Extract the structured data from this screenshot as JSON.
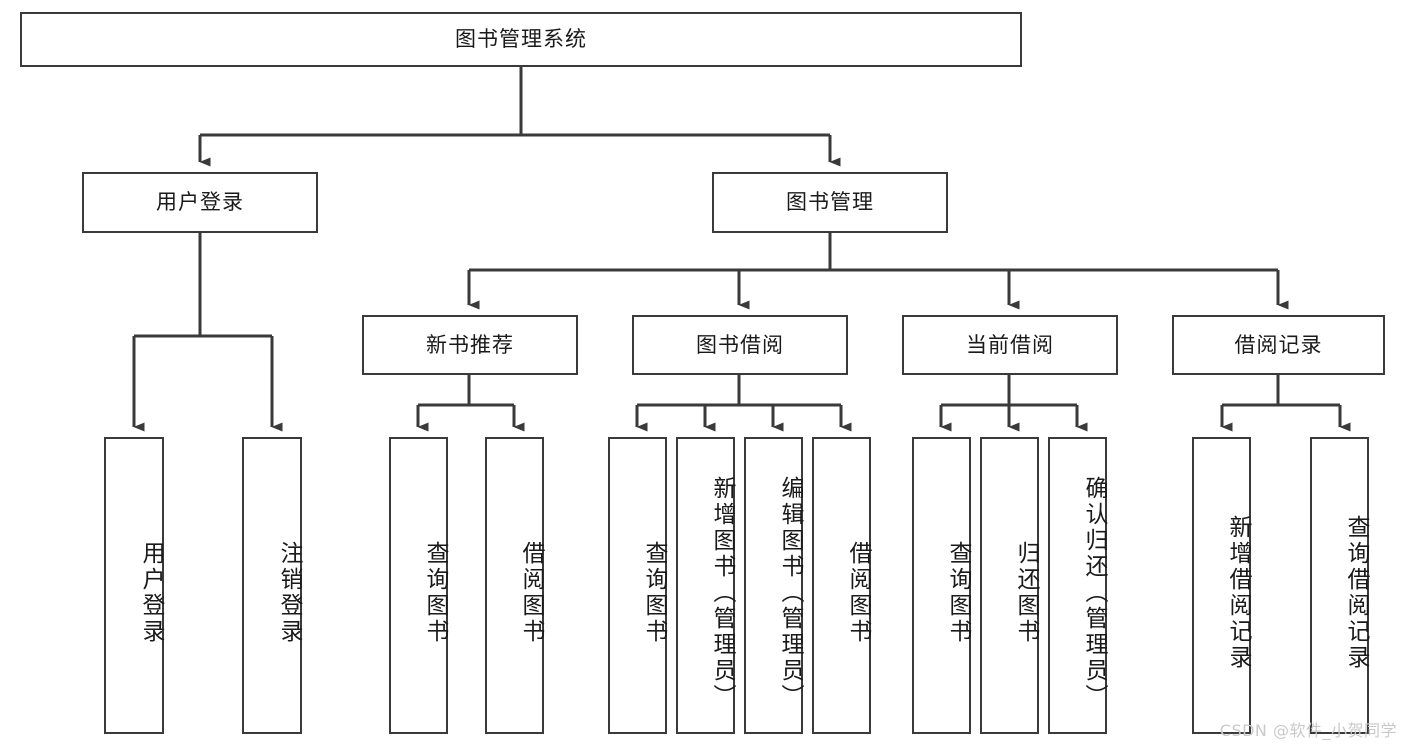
{
  "diagram": {
    "title": "图书管理系统",
    "watermark": "CSDN @软件_小贺同学",
    "stroke_color": "#3a3a3a",
    "fill_color": "#ffffff",
    "text_color": "#1a1a1a",
    "watermark_color": "#c9c9c9"
  },
  "nodes": {
    "root": {
      "label": "图书管理系统"
    },
    "level1": [
      {
        "label": "用户登录"
      },
      {
        "label": "图书管理"
      }
    ],
    "level2": [
      {
        "label": "新书推荐"
      },
      {
        "label": "图书借阅"
      },
      {
        "label": "当前借阅"
      },
      {
        "label": "借阅记录"
      }
    ],
    "leaves": {
      "user_login": [
        {
          "label": "用户登录"
        },
        {
          "label": "注销登录"
        }
      ],
      "new_book": [
        {
          "label": "查询图书"
        },
        {
          "label": "借阅图书"
        }
      ],
      "book_borrow": [
        {
          "label": "查询图书"
        },
        {
          "label": "新增图书（管理员）"
        },
        {
          "label": "编辑图书（管理员）"
        },
        {
          "label": "借阅图书"
        }
      ],
      "current_borrow": [
        {
          "label": "查询图书"
        },
        {
          "label": "归还图书"
        },
        {
          "label": "确认归还（管理员）"
        }
      ],
      "borrow_record": [
        {
          "label": "新增借阅记录"
        },
        {
          "label": "查询借阅记录"
        }
      ]
    }
  },
  "chart_data": {
    "type": "table",
    "title": "图书管理系统 功能结构图",
    "tree": {
      "name": "图书管理系统",
      "children": [
        {
          "name": "用户登录",
          "children": [
            {
              "name": "用户登录"
            },
            {
              "name": "注销登录"
            }
          ]
        },
        {
          "name": "图书管理",
          "children": [
            {
              "name": "新书推荐",
              "children": [
                {
                  "name": "查询图书"
                },
                {
                  "name": "借阅图书"
                }
              ]
            },
            {
              "name": "图书借阅",
              "children": [
                {
                  "name": "查询图书"
                },
                {
                  "name": "新增图书（管理员）"
                },
                {
                  "name": "编辑图书（管理员）"
                },
                {
                  "name": "借阅图书"
                }
              ]
            },
            {
              "name": "当前借阅",
              "children": [
                {
                  "name": "查询图书"
                },
                {
                  "name": "归还图书"
                },
                {
                  "name": "确认归还（管理员）"
                }
              ]
            },
            {
              "name": "借阅记录",
              "children": [
                {
                  "name": "新增借阅记录"
                },
                {
                  "name": "查询借阅记录"
                }
              ]
            }
          ]
        }
      ]
    }
  }
}
